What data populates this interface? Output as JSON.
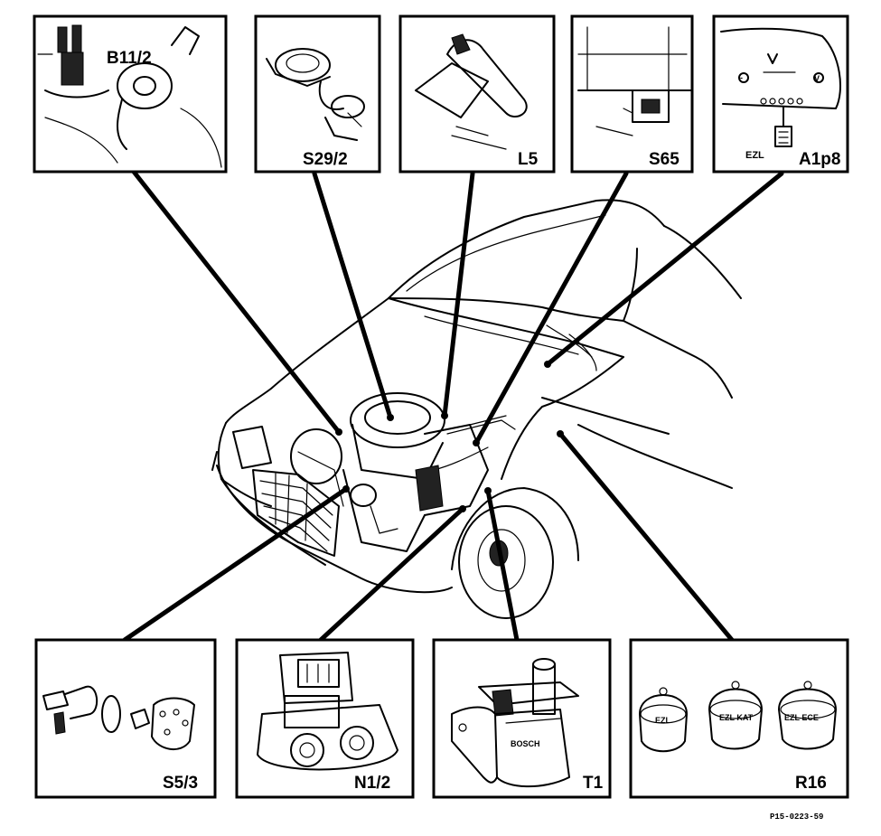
{
  "figure": {
    "figure_id": "P15-0223-59",
    "insets": {
      "b11_2": {
        "label": "B11/2"
      },
      "s29_2": {
        "label": "S29/2"
      },
      "l5": {
        "label": "L5"
      },
      "s65": {
        "label": "S65"
      },
      "a1p8": {
        "label": "A1p8",
        "sub_label": "EZL",
        "dial_letter": "V"
      },
      "s5_3": {
        "label": "S5/3"
      },
      "n1_2": {
        "label": "N1/2"
      },
      "t1": {
        "label": "T1",
        "maker": "BOSCH"
      },
      "r16": {
        "label": "R16",
        "caps": [
          "EZL",
          "EZL KAT",
          "EZL ECE"
        ]
      }
    }
  }
}
